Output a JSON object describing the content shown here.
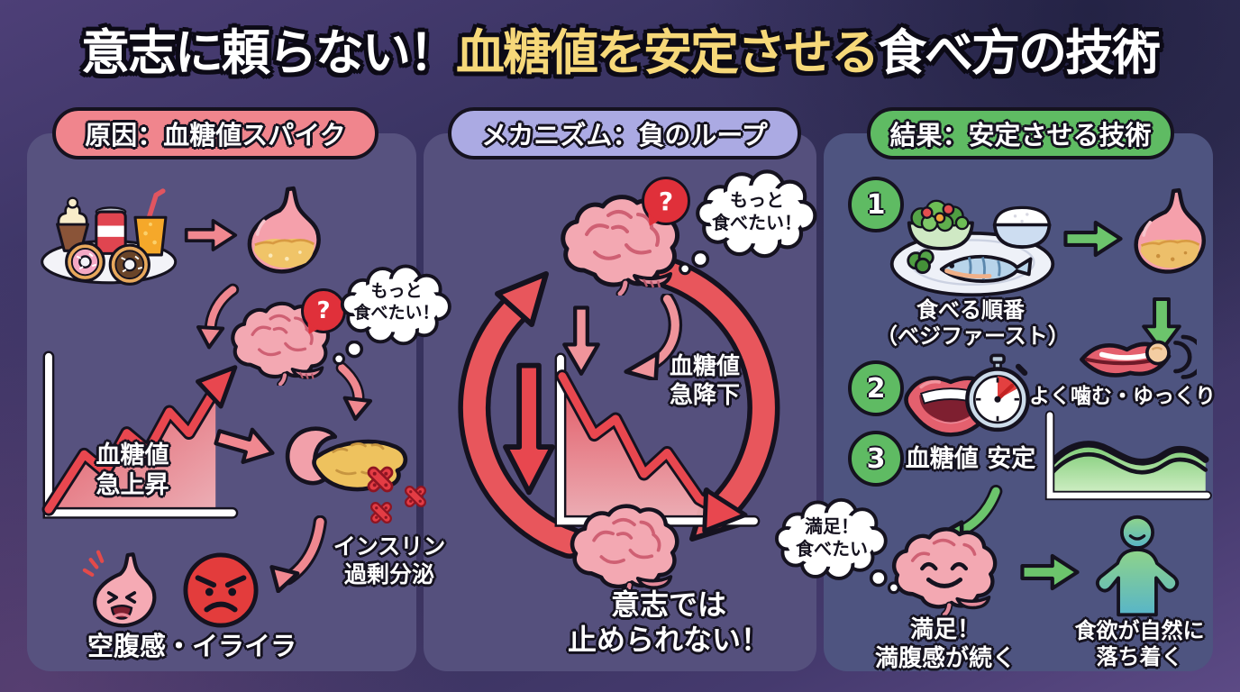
{
  "title": {
    "pre": "意志に頼らない！",
    "highlight": "血糖値を安定させる",
    "post": "食べ方の技術"
  },
  "cause": {
    "header": "原因：血糖値スパイク",
    "thought_bubble": "もっと\n食べたい！",
    "question_mark": "?",
    "chart_label": "血糖値\n急上昇",
    "insulin_label": "インスリン\n過剰分泌",
    "hunger_label": "空腹感・イライラ"
  },
  "mechanism": {
    "header": "メカニズム：負のループ",
    "thought_bubble": "もっと\n食べたい！",
    "question_mark": "?",
    "chart_label": "血糖値\n急降下",
    "conclusion": "意志では\n止められない！"
  },
  "result": {
    "header": "結果：安定させる技術",
    "step_numbers": [
      "1",
      "2",
      "3"
    ],
    "step1_label": "食べる順番\n（ベジファースト）",
    "step2_label": "よく噛む・ゆっくり",
    "step3_label": "血糖値 安定",
    "thought_bubble": "満足！\n食べたい",
    "satisfied_label": "満足！\n満腹感が続く",
    "calm_label": "食欲が自然に\n落ち着く"
  },
  "icons": {
    "sweets_plate": "sweets-plate",
    "stomach": "stomach",
    "brain": "brain",
    "pancreas": "pancreas",
    "insulin_x": "insulin-x-mark",
    "hungry_stomach": "hungry-stomach",
    "angry_face": "angry-face",
    "healthy_plate": "healthy-plate",
    "open_mouth": "open-mouth",
    "chewing_mouth": "chewing-mouth",
    "stopwatch": "stopwatch",
    "person": "person",
    "loop": "negative-loop-arrows"
  },
  "colors": {
    "background": "#3c3665",
    "panel": "#56517f",
    "pill_cause": "#f0858d",
    "pill_mechanism": "#abaae3",
    "pill_result": "#5fbb63",
    "accent_red": "#e8474f",
    "accent_salmon": "#f08890",
    "accent_green": "#6cc46c",
    "highlight_yellow": "#f6d879",
    "badge_red": "#e0303a"
  }
}
